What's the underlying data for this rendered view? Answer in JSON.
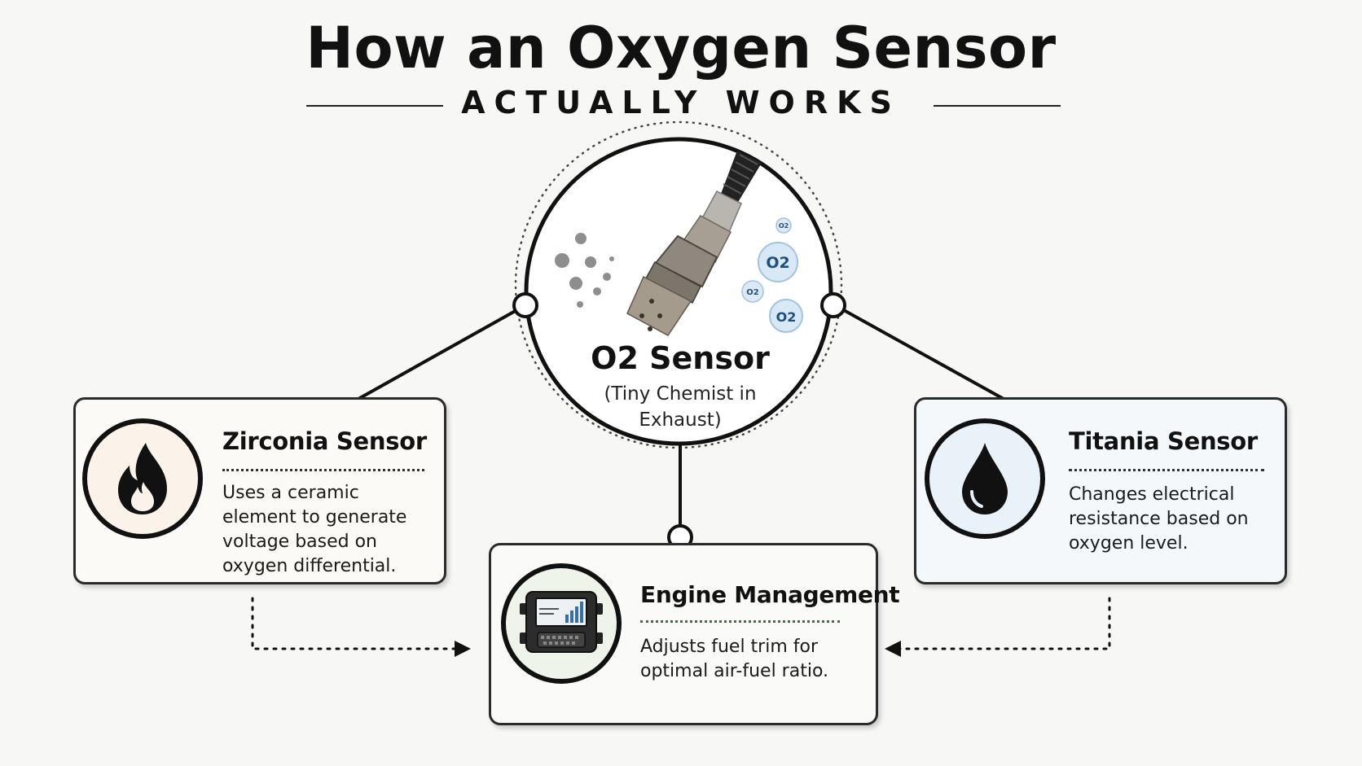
{
  "header": {
    "title": "How an Oxygen Sensor",
    "subtitle": "ACTUALLY WORKS"
  },
  "center": {
    "title": "O2 Sensor",
    "subtitle": "(Tiny Chemist in Exhaust)",
    "icon": "oxygen-sensor-icon",
    "bubble_label": "O2"
  },
  "cards": {
    "zirconia": {
      "title": "Zirconia Sensor",
      "body": "Uses a ceramic element to generate voltage based on oxygen differential.",
      "icon": "flame-icon"
    },
    "titania": {
      "title": "Titania Sensor",
      "body": "Changes electrical resistance based on oxygen level.",
      "icon": "droplet-icon"
    },
    "engine": {
      "title": "Engine Management",
      "body": "Adjusts fuel trim for optimal air-fuel ratio.",
      "icon": "ecu-icon"
    }
  },
  "colors": {
    "line": "#111111",
    "zirconia_bg": "#fbf3ea",
    "titania_bg": "#e9f2f9",
    "engine_bg": "#eef4ea",
    "bubble": "#bcd8ee"
  }
}
